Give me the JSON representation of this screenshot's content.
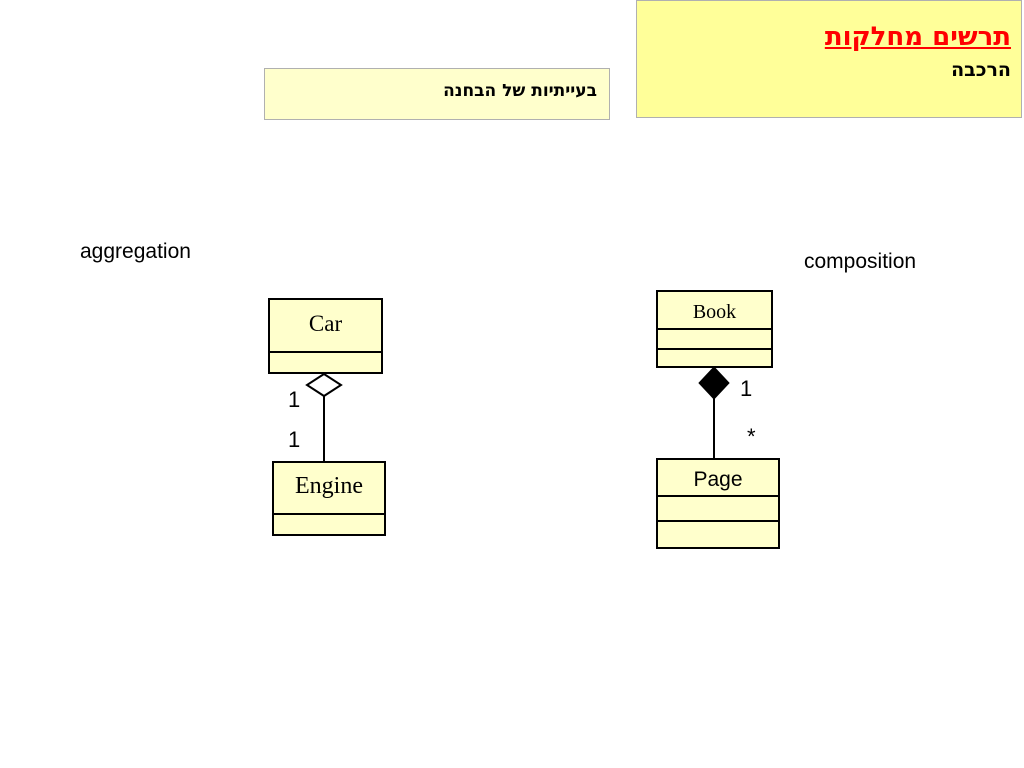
{
  "header": {
    "title": "תרשים מחלקות",
    "subtitle": "הרכבה",
    "issues_label": "בעייתיות של הבחנה"
  },
  "aggregation": {
    "label": "aggregation",
    "whole_class": "Car",
    "part_class": "Engine",
    "whole_multiplicity": "1",
    "part_multiplicity": "1"
  },
  "composition": {
    "label": "composition",
    "whole_class": "Book",
    "part_class": "Page",
    "whole_multiplicity": "1",
    "part_multiplicity": "*"
  },
  "colors": {
    "title_bg": "#ffff99",
    "title_text": "#ff0000",
    "class_fill": "#ffffcc"
  }
}
